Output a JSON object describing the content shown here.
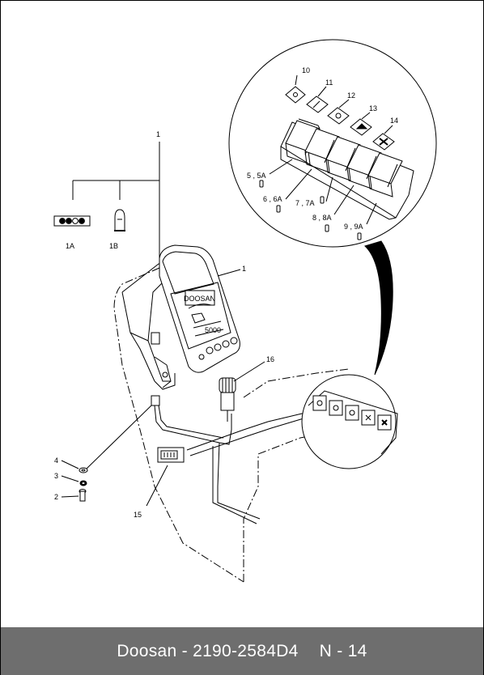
{
  "diagram": {
    "callouts": {
      "c1_top": "1",
      "c1a": "1A",
      "c1b": "1B",
      "c1_panel": "1",
      "c2": "2",
      "c3": "3",
      "c4": "4",
      "c15": "15",
      "c16": "16",
      "c10": "10",
      "c11": "11",
      "c12": "12",
      "c13": "13",
      "c14": "14",
      "c5": "5 , 5A",
      "c6": "6 , 6A",
      "c7": "7 , 7A",
      "c8": "8 , 8A",
      "c9": "9 , 9A"
    },
    "panel_badge": "DOOSAN",
    "panel_small": "5000"
  },
  "footer": {
    "brand": "Doosan",
    "separator": "-",
    "part_number": "2190-2584D4",
    "page_code": "N - 14"
  }
}
